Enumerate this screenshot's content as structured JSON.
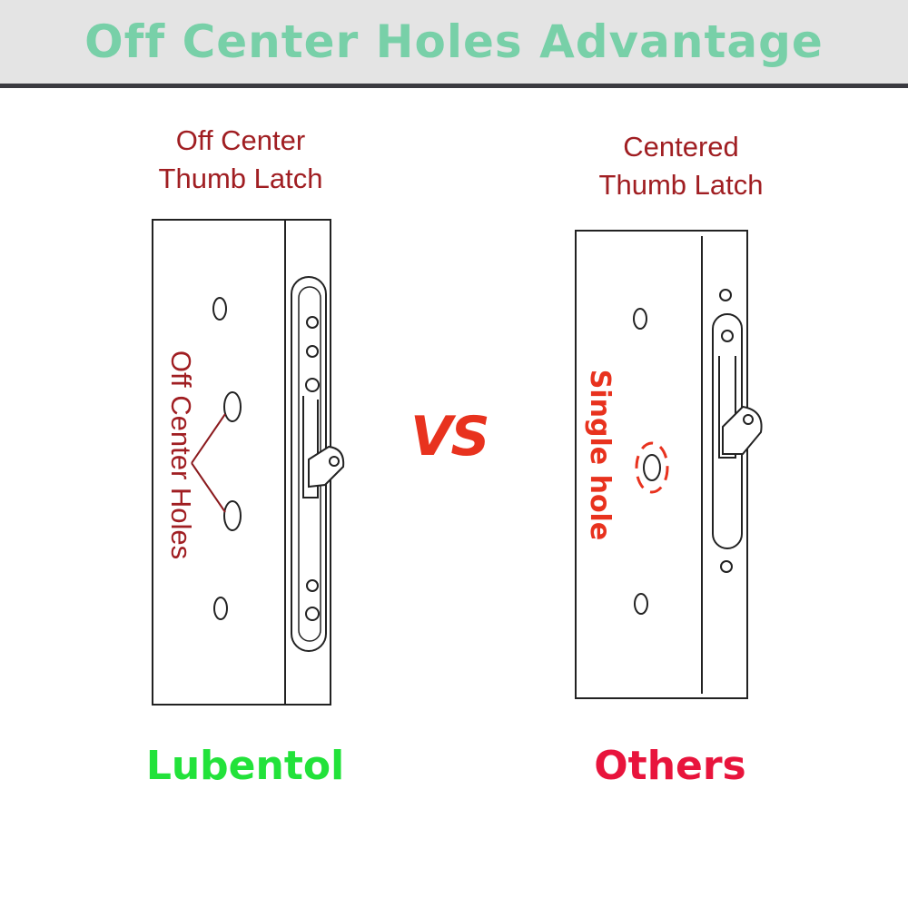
{
  "title": "Off Center Holes Advantage",
  "left": {
    "caption_line1": "Off Center",
    "caption_line2": "Thumb Latch",
    "annotation": "Off Center Holes",
    "brand": "Lubentol"
  },
  "right": {
    "caption_line1": "Centered",
    "caption_line2": "Thumb Latch",
    "annotation": "Single hole",
    "brand": "Others"
  },
  "vs_label": "VS",
  "colors": {
    "title": "#78d0a8",
    "caption": "#a01e22",
    "annotation_left": "#a01e22",
    "annotation_right": "#e8321e",
    "vs": "#e8321e",
    "brand_left": "#22e23a",
    "brand_right": "#e8143c",
    "header_bg": "#e4e4e4",
    "header_rule": "#3a3a40"
  }
}
